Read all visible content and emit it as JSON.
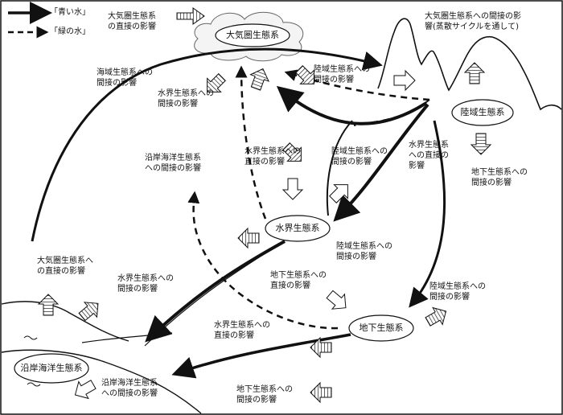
{
  "legend": {
    "blue_water": "「青い水」",
    "green_water": "「緑の水」"
  },
  "nodes": {
    "atmosphere": "大気圏生態系",
    "land": "陸域生態系",
    "surface_water": "水界生態系",
    "groundwater": "地下生態系",
    "coastal_marine": "沿岸海洋生態系"
  },
  "labels": {
    "top_direct_atmosphere": [
      "大気圏生態系",
      "の直接の影響"
    ],
    "top_right_indirect_atmosphere": [
      "大気圏生態系への間接の影",
      "響(蒸散サイクルを通して)"
    ],
    "indirect_marine": [
      "海域生態系への",
      "間接の影響"
    ],
    "indirect_land_upper": [
      "陸域生態系への",
      "間接の影響"
    ],
    "indirect_water_upper": [
      "水界生態系への",
      "間接の影響"
    ],
    "indirect_coastal_mid": [
      "沿岸海洋生態系",
      "への間接の影響"
    ],
    "direct_water_mid": [
      "水界生態系への",
      "直接の影響"
    ],
    "indirect_land_mid": [
      "陸域生態系への",
      "間接の影響"
    ],
    "direct_water_right": [
      "水界生態系",
      "への直接の",
      "影響"
    ],
    "direct_groundwater_right": [
      "地下生態系への",
      "間接の影響"
    ],
    "indirect_land_lower": [
      "陸域生態系への",
      "間接の影響"
    ],
    "direct_atmosphere_left": [
      "大気圏生態系へ",
      "の直接の影響"
    ],
    "indirect_water_left": [
      "水界生態系への",
      "間接の影響"
    ],
    "direct_groundwater_mid": [
      "地下生態系への",
      "直接の影響"
    ],
    "indirect_land_bottom_right": [
      "陸域生態系への",
      "間接の影響"
    ],
    "direct_water_bottom": [
      "水界生態系への",
      "直接の影響"
    ],
    "indirect_coastal_bottom": [
      "沿岸海洋生態系",
      "への間接の影響"
    ],
    "indirect_groundwater_bottom": [
      "地下生態系への",
      "間接の影響"
    ]
  }
}
